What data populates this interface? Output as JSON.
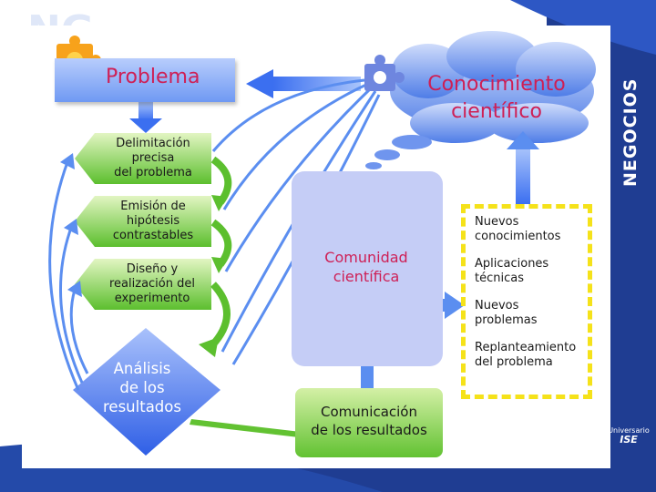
{
  "colors": {
    "frame_blue": "#1f3d92",
    "problem_text": "#ce1f55",
    "step_green": "#6bc43a",
    "arrow_blue": "#5b8ef0",
    "cloud_blue": "#5e86e8",
    "yellow_dash": "#f5e21a",
    "people_blue": "#6e86df"
  },
  "side_label": "NEGOCIOS",
  "brand": {
    "line1": "Universario",
    "line2": "ISE"
  },
  "problem": {
    "label": "Problema"
  },
  "cloud": {
    "line1": "Conocimiento",
    "line2": "científico"
  },
  "steps": [
    {
      "lines": [
        "Delimitación",
        "precisa",
        "del problema"
      ]
    },
    {
      "lines": [
        "Emisión de",
        "hipótesis",
        "contrastables"
      ]
    },
    {
      "lines": [
        "Diseño y",
        "realización del",
        "experimento"
      ]
    }
  ],
  "analysis": {
    "lines": [
      "Análisis",
      "de los",
      "resultados"
    ]
  },
  "community": {
    "lines": [
      "Comunidad",
      "científica"
    ]
  },
  "communication": {
    "lines": [
      "Comunicación",
      "de los resultados"
    ]
  },
  "results": [
    {
      "lines": [
        "Nuevos",
        "conocimientos"
      ]
    },
    {
      "lines": [
        "Aplicaciones",
        "técnicas"
      ]
    },
    {
      "lines": [
        "Nuevos",
        "problemas"
      ]
    },
    {
      "lines": [
        "Replanteamiento",
        "del problema"
      ]
    }
  ],
  "icons": [
    "puzzle-icon",
    "person-icon"
  ]
}
